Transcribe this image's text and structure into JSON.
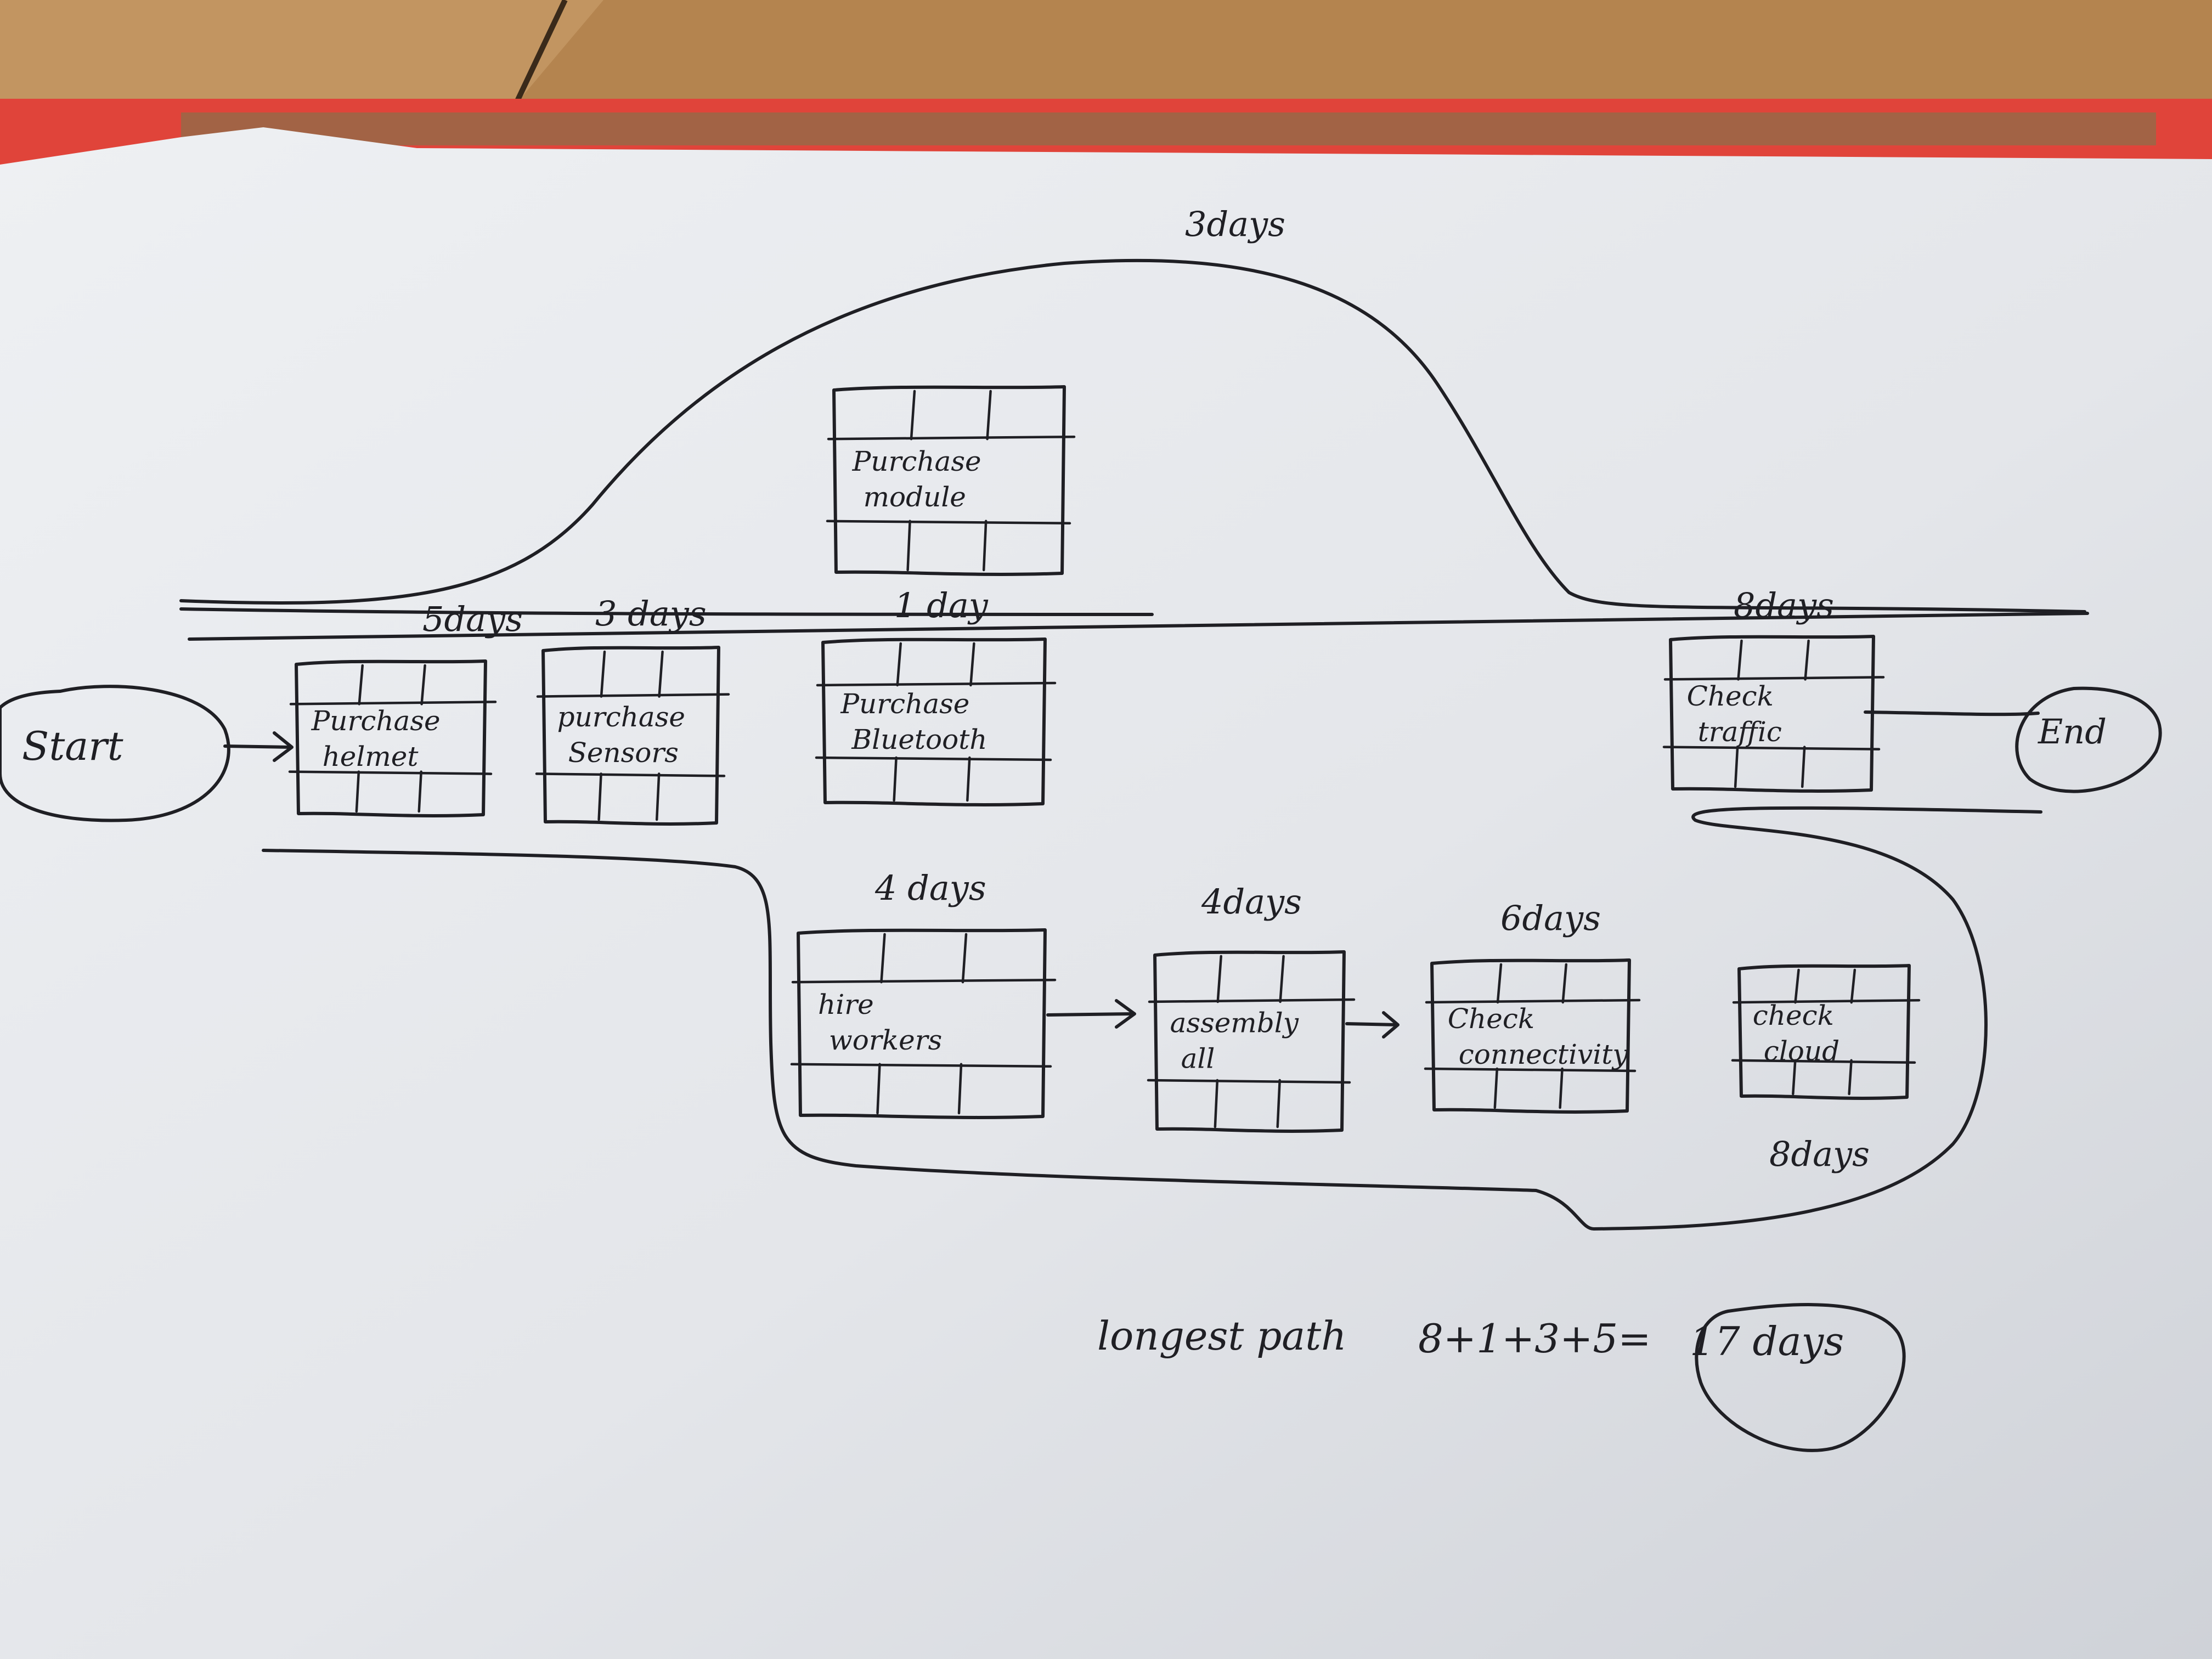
{
  "diagram": {
    "start_label": "Start",
    "end_label": "End",
    "tasks": [
      {
        "id": "helmet",
        "label_lines": [
          "Purchase",
          "helmet"
        ],
        "duration": "5days"
      },
      {
        "id": "sensors",
        "label_lines": [
          "purchase",
          "Sensors"
        ],
        "duration": "3 days"
      },
      {
        "id": "bluetooth",
        "label_lines": [
          "Purchase",
          "Bluetooth"
        ],
        "duration": "1 day"
      },
      {
        "id": "module",
        "label_lines": [
          "Purchase",
          "module"
        ],
        "duration": "3days"
      },
      {
        "id": "traffic",
        "label_lines": [
          "Check",
          "traffic"
        ],
        "duration": "8days"
      },
      {
        "id": "workers",
        "label_lines": [
          "hire",
          "workers"
        ],
        "duration": "4 days"
      },
      {
        "id": "assembly",
        "label_lines": [
          "assembly",
          "all"
        ],
        "duration": "4days"
      },
      {
        "id": "connectivity",
        "label_lines": [
          "Check",
          "connectivity"
        ],
        "duration": "6days"
      },
      {
        "id": "cloud",
        "label_lines": [
          "check",
          "cloud"
        ],
        "duration": "8days"
      }
    ],
    "summary": {
      "prefix": "longest path",
      "equation": "8+1+3+5=",
      "result": "17 days"
    }
  },
  "colors": {
    "paper": "#e6e8ec",
    "ink": "#1f1f24",
    "binder_red": "#e0443a",
    "table_wood": "#b88a55"
  }
}
